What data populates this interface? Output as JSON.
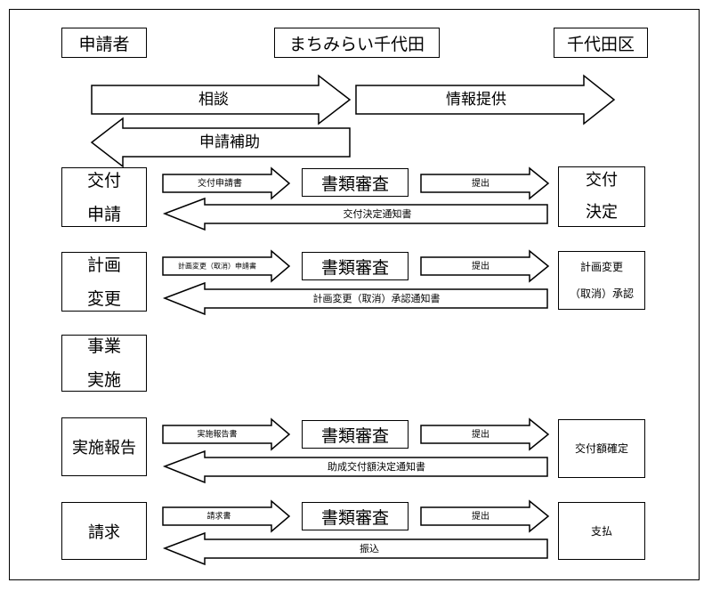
{
  "headers": {
    "applicant": "申請者",
    "machimirai": "まちみらい千代田",
    "chiyoda_ward": "千代田区"
  },
  "top_arrows": {
    "consultation": "相談",
    "info_provision": "情報提供",
    "application_assist": "申請補助"
  },
  "steps": [
    {
      "left_line1": "交付",
      "left_line2": "申請",
      "doc": "交付申請書",
      "review": "書類審査",
      "submit": "提出",
      "result_line1": "交付",
      "result_line2": "決定",
      "notice": "交付決定通知書"
    },
    {
      "left_line1": "計画",
      "left_line2": "変更",
      "doc": "計画変更（取消）申請書",
      "review": "書類審査",
      "submit": "提出",
      "result_line1": "計画変更",
      "result_line2": "（取消）承認",
      "notice": "計画変更（取消）承認通知書"
    },
    {
      "left_line1": "事業",
      "left_line2": "実施"
    },
    {
      "left": "実施報告",
      "doc": "実施報告書",
      "review": "書類審査",
      "submit": "提出",
      "result": "交付額確定",
      "notice": "助成交付額決定通知書"
    },
    {
      "left": "請求",
      "doc": "請求書",
      "review": "書類審査",
      "submit": "提出",
      "result": "支払",
      "notice": "振込"
    }
  ]
}
